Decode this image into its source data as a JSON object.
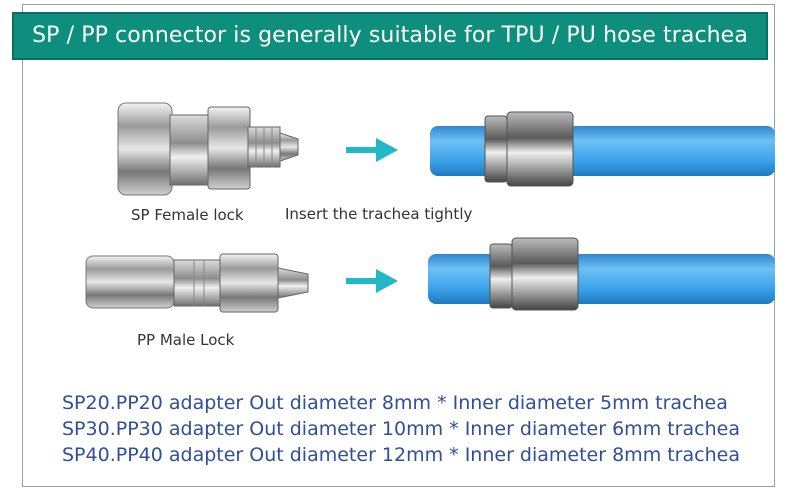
{
  "banner": {
    "title": "SP / PP connector is generally suitable for TPU / PU hose trachea"
  },
  "labels": {
    "sp_female": "SP Female lock",
    "insert": "Insert the trachea tightly",
    "pp_male": "PP Male Lock"
  },
  "specs": [
    "SP20.PP20 adapter Out diameter 8mm * Inner diameter 5mm trachea",
    "SP30.PP30 adapter Out diameter 10mm * Inner diameter 6mm trachea",
    "SP40.PP40 adapter Out diameter 12mm * Inner diameter 8mm trachea"
  ],
  "colors": {
    "banner_bg": "#0e8e7c",
    "spec_text": "#2e4f9b",
    "hose_blue": "#3aa2ea",
    "arrow": "#22b8c8"
  }
}
